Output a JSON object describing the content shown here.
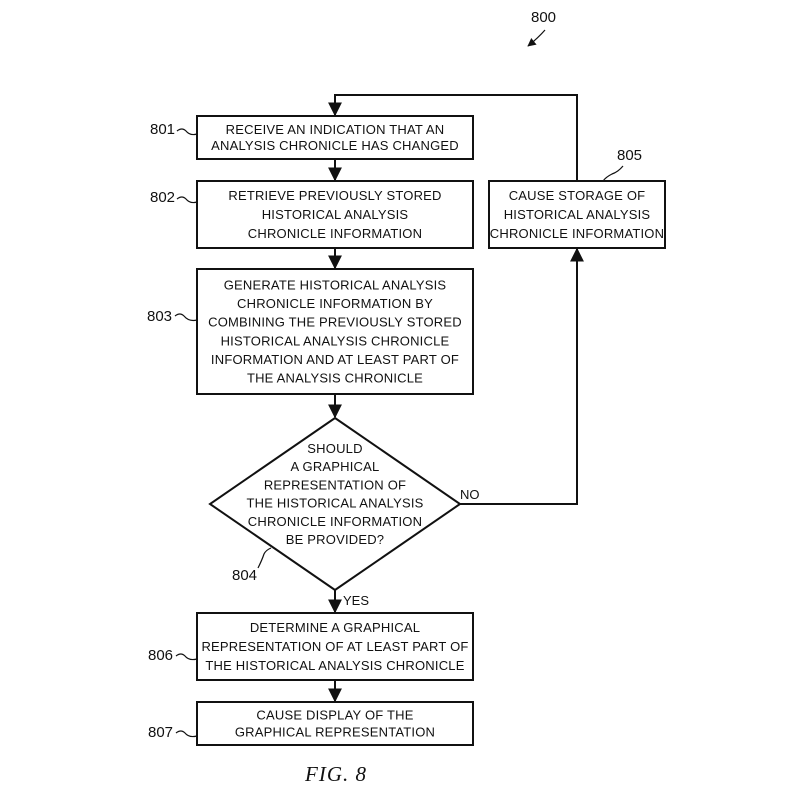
{
  "figure": {
    "number": "800",
    "caption": "FIG. 8"
  },
  "steps": {
    "s801": {
      "ref": "801",
      "lines": [
        "RECEIVE AN INDICATION THAT AN",
        "ANALYSIS CHRONICLE HAS CHANGED"
      ]
    },
    "s802": {
      "ref": "802",
      "lines": [
        "RETRIEVE PREVIOUSLY STORED",
        "HISTORICAL ANALYSIS",
        "CHRONICLE INFORMATION"
      ]
    },
    "s803": {
      "ref": "803",
      "lines": [
        "GENERATE HISTORICAL ANALYSIS",
        "CHRONICLE INFORMATION BY",
        "COMBINING THE PREVIOUSLY STORED",
        "HISTORICAL ANALYSIS CHRONICLE",
        "INFORMATION AND AT LEAST PART OF",
        "THE ANALYSIS CHRONICLE"
      ]
    },
    "s804": {
      "ref": "804",
      "lines": [
        "SHOULD",
        "A GRAPHICAL",
        "REPRESENTATION OF",
        "THE HISTORICAL ANALYSIS",
        "CHRONICLE INFORMATION",
        "BE PROVIDED?"
      ]
    },
    "s805": {
      "ref": "805",
      "lines": [
        "CAUSE STORAGE OF",
        "HISTORICAL ANALYSIS",
        "CHRONICLE INFORMATION"
      ]
    },
    "s806": {
      "ref": "806",
      "lines": [
        "DETERMINE A GRAPHICAL",
        "REPRESENTATION OF AT LEAST PART OF",
        "THE HISTORICAL ANALYSIS CHRONICLE"
      ]
    },
    "s807": {
      "ref": "807",
      "lines": [
        "CAUSE DISPLAY OF THE",
        "GRAPHICAL REPRESENTATION"
      ]
    }
  },
  "branches": {
    "no": "NO",
    "yes": "YES"
  }
}
